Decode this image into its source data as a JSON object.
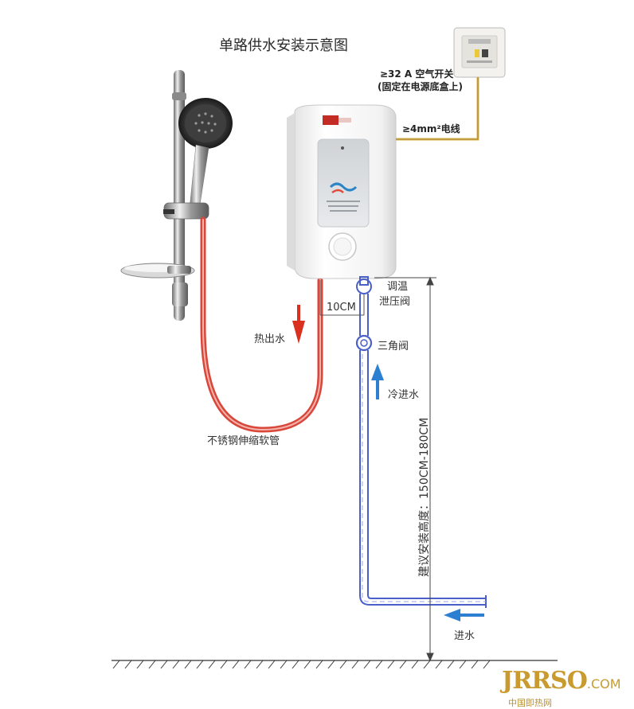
{
  "title": "单路供水安装示意图",
  "labels": {
    "air_switch_line1": "≥32 A 空气开关",
    "air_switch_line2": "(固定在电源底盒上)",
    "wire": "≥4mm²电线",
    "thermostat_line1": "调温",
    "thermostat_line2": "泄压阀",
    "distance": "10CM",
    "hot_water_out": "热出水",
    "angle_valve": "三角阀",
    "cold_water_in": "冷进水",
    "hose": "不锈钢伸缩软管",
    "install_height": "建议安装高度：150CM-180CM",
    "water_inlet": "进水"
  },
  "watermark": {
    "brand": "JRRSO",
    "domain": ".COM",
    "sub": "中国即热网"
  },
  "colors": {
    "hot_pipe": "#d9473b",
    "cold_pipe": "#4a5fc8",
    "arrow_red": "#d9301f",
    "arrow_blue": "#2d7fd1",
    "wire": "#e1b23c",
    "ground": "#333333"
  }
}
